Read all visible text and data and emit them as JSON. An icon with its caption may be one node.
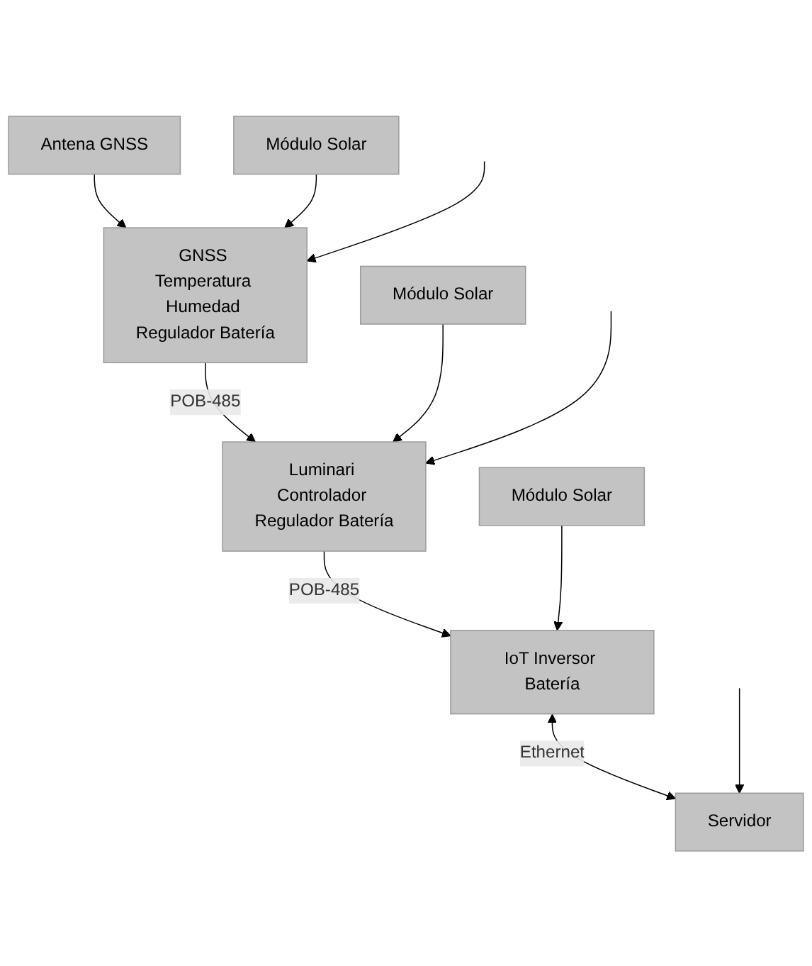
{
  "diagram": {
    "nodes": [
      {
        "text": [
          "Antena GNSS"
        ]
      },
      {
        "text": [
          "Módulo Solar"
        ]
      },
      {
        "text": [
          "GNSS Temperatura Humedad Regulador Batería"
        ]
      },
      {
        "text": [
          "Módulo Solar"
        ]
      },
      {
        "text": [
          "Módulo Solar"
        ]
      },
      {
        "text": [
          "Luminari Controlador Regulador Batería"
        ]
      },
      {
        "text": [
          "IoT Inversor Batería"
        ]
      },
      {
        "text": [
          "Servidor"
        ]
      }
    ],
    "edges": [
      {
        "from": 0,
        "to": 2,
        "arrow": "to"
      },
      {
        "from": 1,
        "to": 2,
        "arrow": "to"
      },
      {
        "from": null,
        "to": 2,
        "arrow": "to"
      },
      {
        "from": 2,
        "to": 5,
        "arrow": "to",
        "label": "POB-485"
      },
      {
        "from": 3,
        "to": 5,
        "arrow": "to"
      },
      {
        "from": null,
        "to": 5,
        "arrow": "to"
      },
      {
        "from": 5,
        "to": 6,
        "arrow": "to",
        "label": "POB-485"
      },
      {
        "from": 4,
        "to": 6,
        "arrow": "to"
      },
      {
        "from": 6,
        "to": 7,
        "arrow": "both",
        "label": "Ethernet"
      },
      {
        "from": null,
        "to": 7,
        "arrow": "to"
      }
    ]
  }
}
